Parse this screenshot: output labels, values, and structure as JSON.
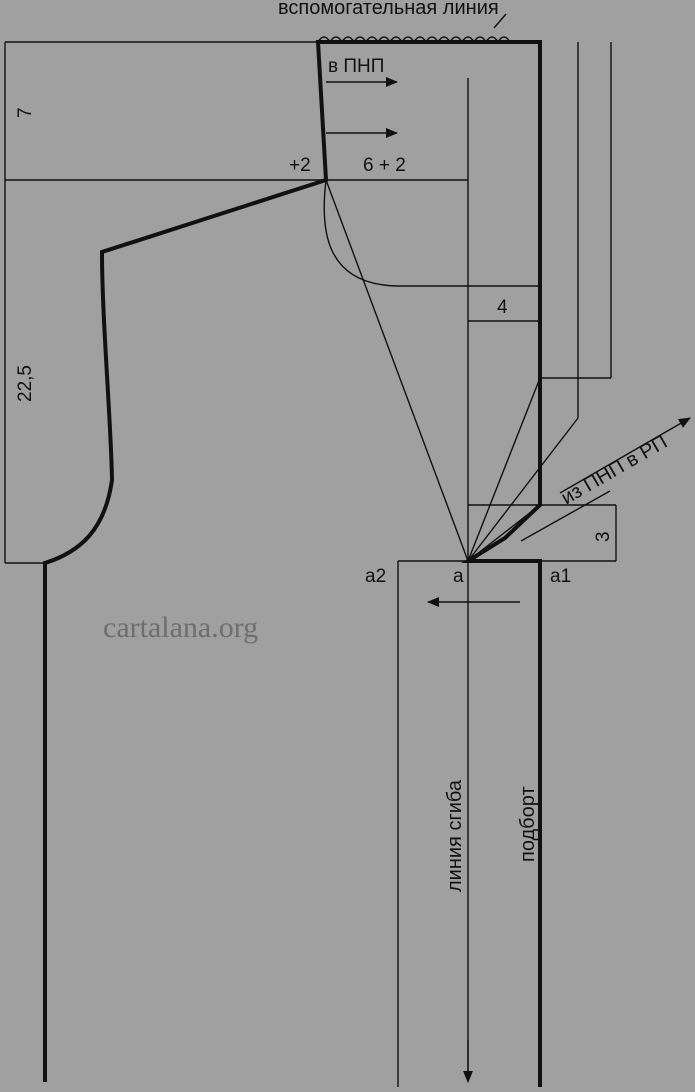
{
  "labels": {
    "auxiliary_line": "вспомогательная линия",
    "to_pnp": "в ПНП",
    "plus_two": "+2",
    "six_plus_two": "6 + 2",
    "four": "4",
    "seven": "7",
    "twenty_two_five": "22,5",
    "from_pnp_to_rp": "из ПНП в РП",
    "three": "3",
    "a2": "а2",
    "a": "а",
    "a1": "а1",
    "fold_line": "линия сгиба",
    "facing": "подборт"
  },
  "watermark": "cartalana.org",
  "colors": {
    "background": "#a0a0a0",
    "line": "#111111",
    "watermark": "#6e6e6e"
  }
}
